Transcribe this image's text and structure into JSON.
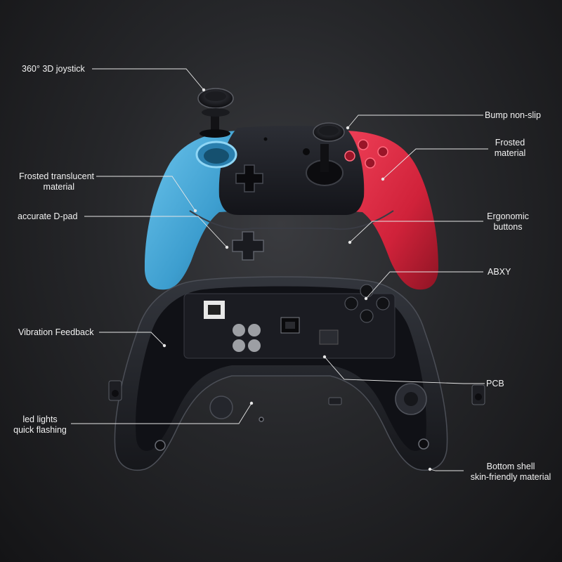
{
  "labels": {
    "joystick": "360° 3D joystick",
    "bump": "Bump non-slip",
    "frosted_1": "Frosted",
    "frosted_2": "material",
    "translucent_1": "Frosted translucent",
    "translucent_2": "material",
    "dpad": "accurate D-pad",
    "ergonomic_1": "Ergonomic",
    "ergonomic_2": "buttons",
    "abxy": "ABXY",
    "vibration": "Vibration Feedback",
    "pcb": "PCB",
    "led_1": "led lights",
    "led_2": "quick flashing",
    "bottom_1": "Bottom shell",
    "bottom_2": "skin-friendly material"
  },
  "colors": {
    "blue_grip": "#4aa9d8",
    "red_grip": "#d8253c",
    "shell": "#1c1d22"
  }
}
